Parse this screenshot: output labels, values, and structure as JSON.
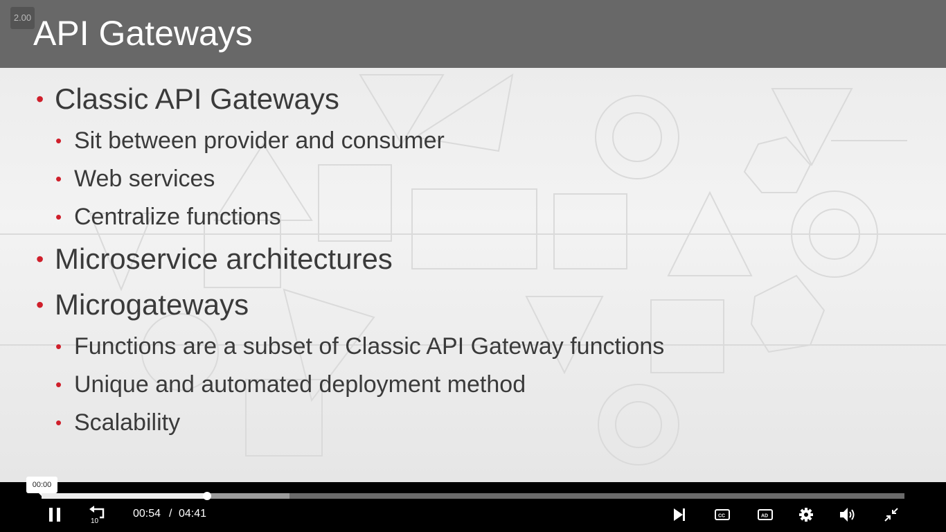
{
  "slide": {
    "title": "API Gateways",
    "playback_rate": "2.00",
    "bullets": [
      {
        "level": 1,
        "text": "Classic API Gateways"
      },
      {
        "level": 2,
        "text": "Sit between provider and consumer"
      },
      {
        "level": 2,
        "text": "Web services"
      },
      {
        "level": 2,
        "text": "Centralize functions"
      },
      {
        "level": 1,
        "text": "Microservice architectures"
      },
      {
        "level": 1,
        "text": "Microgateways"
      },
      {
        "level": 2,
        "text": "Functions are a subset of Classic API Gateway functions"
      },
      {
        "level": 2,
        "text": "Unique and automated deployment method"
      },
      {
        "level": 2,
        "text": "Scalability"
      }
    ]
  },
  "player": {
    "hover_time": "00:00",
    "current_time": "00:54",
    "separator": "/",
    "duration": "04:41",
    "progress_played": 0.192,
    "progress_buffered": 0.287,
    "colors": {
      "bullet": "#cf1f2b",
      "title_bar": "#686868",
      "controls_bg": "#000000"
    },
    "icons": [
      "pause-icon",
      "rewind-10-icon",
      "next-icon",
      "closed-captions-icon",
      "audio-description-icon",
      "settings-icon",
      "volume-icon",
      "exit-fullscreen-icon"
    ],
    "rewind_label": "10",
    "cc_label": "CC",
    "ad_label": "AD"
  }
}
